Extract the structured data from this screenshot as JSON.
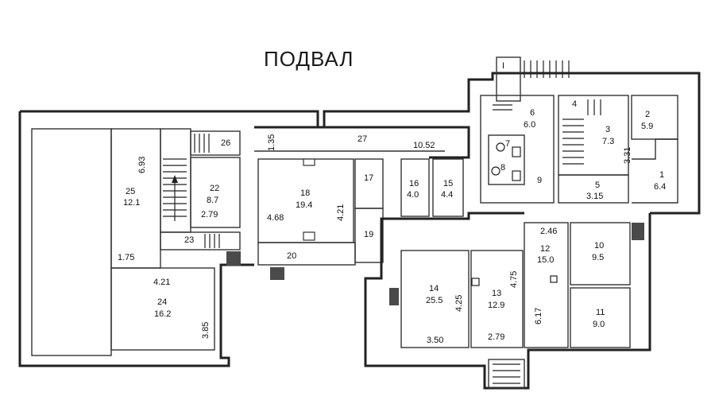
{
  "title": "ПОДВАЛ",
  "rooms": [
    {
      "id": "25",
      "area": "12.1"
    },
    {
      "id": "24",
      "area": "16.2"
    },
    {
      "id": "22",
      "area": "8.7"
    },
    {
      "id": "26",
      "area": ""
    },
    {
      "id": "23",
      "area": ""
    },
    {
      "id": "18",
      "area": "19.4"
    },
    {
      "id": "17",
      "area": ""
    },
    {
      "id": "19",
      "area": ""
    },
    {
      "id": "20",
      "area": ""
    },
    {
      "id": "27",
      "area": ""
    },
    {
      "id": "16",
      "area": "4.0"
    },
    {
      "id": "15",
      "area": "4.4"
    },
    {
      "id": "14",
      "area": "25.5"
    },
    {
      "id": "13",
      "area": "12.9"
    },
    {
      "id": "12",
      "area": "15.0"
    },
    {
      "id": "10",
      "area": "9.5"
    },
    {
      "id": "11",
      "area": "9.0"
    },
    {
      "id": "9",
      "area": ""
    },
    {
      "id": "6",
      "area": "6.0"
    },
    {
      "id": "5",
      "area": "3.15"
    },
    {
      "id": "4",
      "area": ""
    },
    {
      "id": "3",
      "area": "7.3"
    },
    {
      "id": "2",
      "area": "5.9"
    },
    {
      "id": "1",
      "area": "6.4"
    },
    {
      "id": "I",
      "area": ""
    }
  ],
  "dimensions": [
    "6.93",
    "1.75",
    "4.21",
    "3.85",
    "2.79",
    "1.35",
    "10.52",
    "4.68",
    "4.21",
    "2.46",
    "4.25",
    "4.75",
    "6.17",
    "3.50",
    "2.79",
    "3.31"
  ],
  "fixtures": [
    "7",
    "8"
  ]
}
